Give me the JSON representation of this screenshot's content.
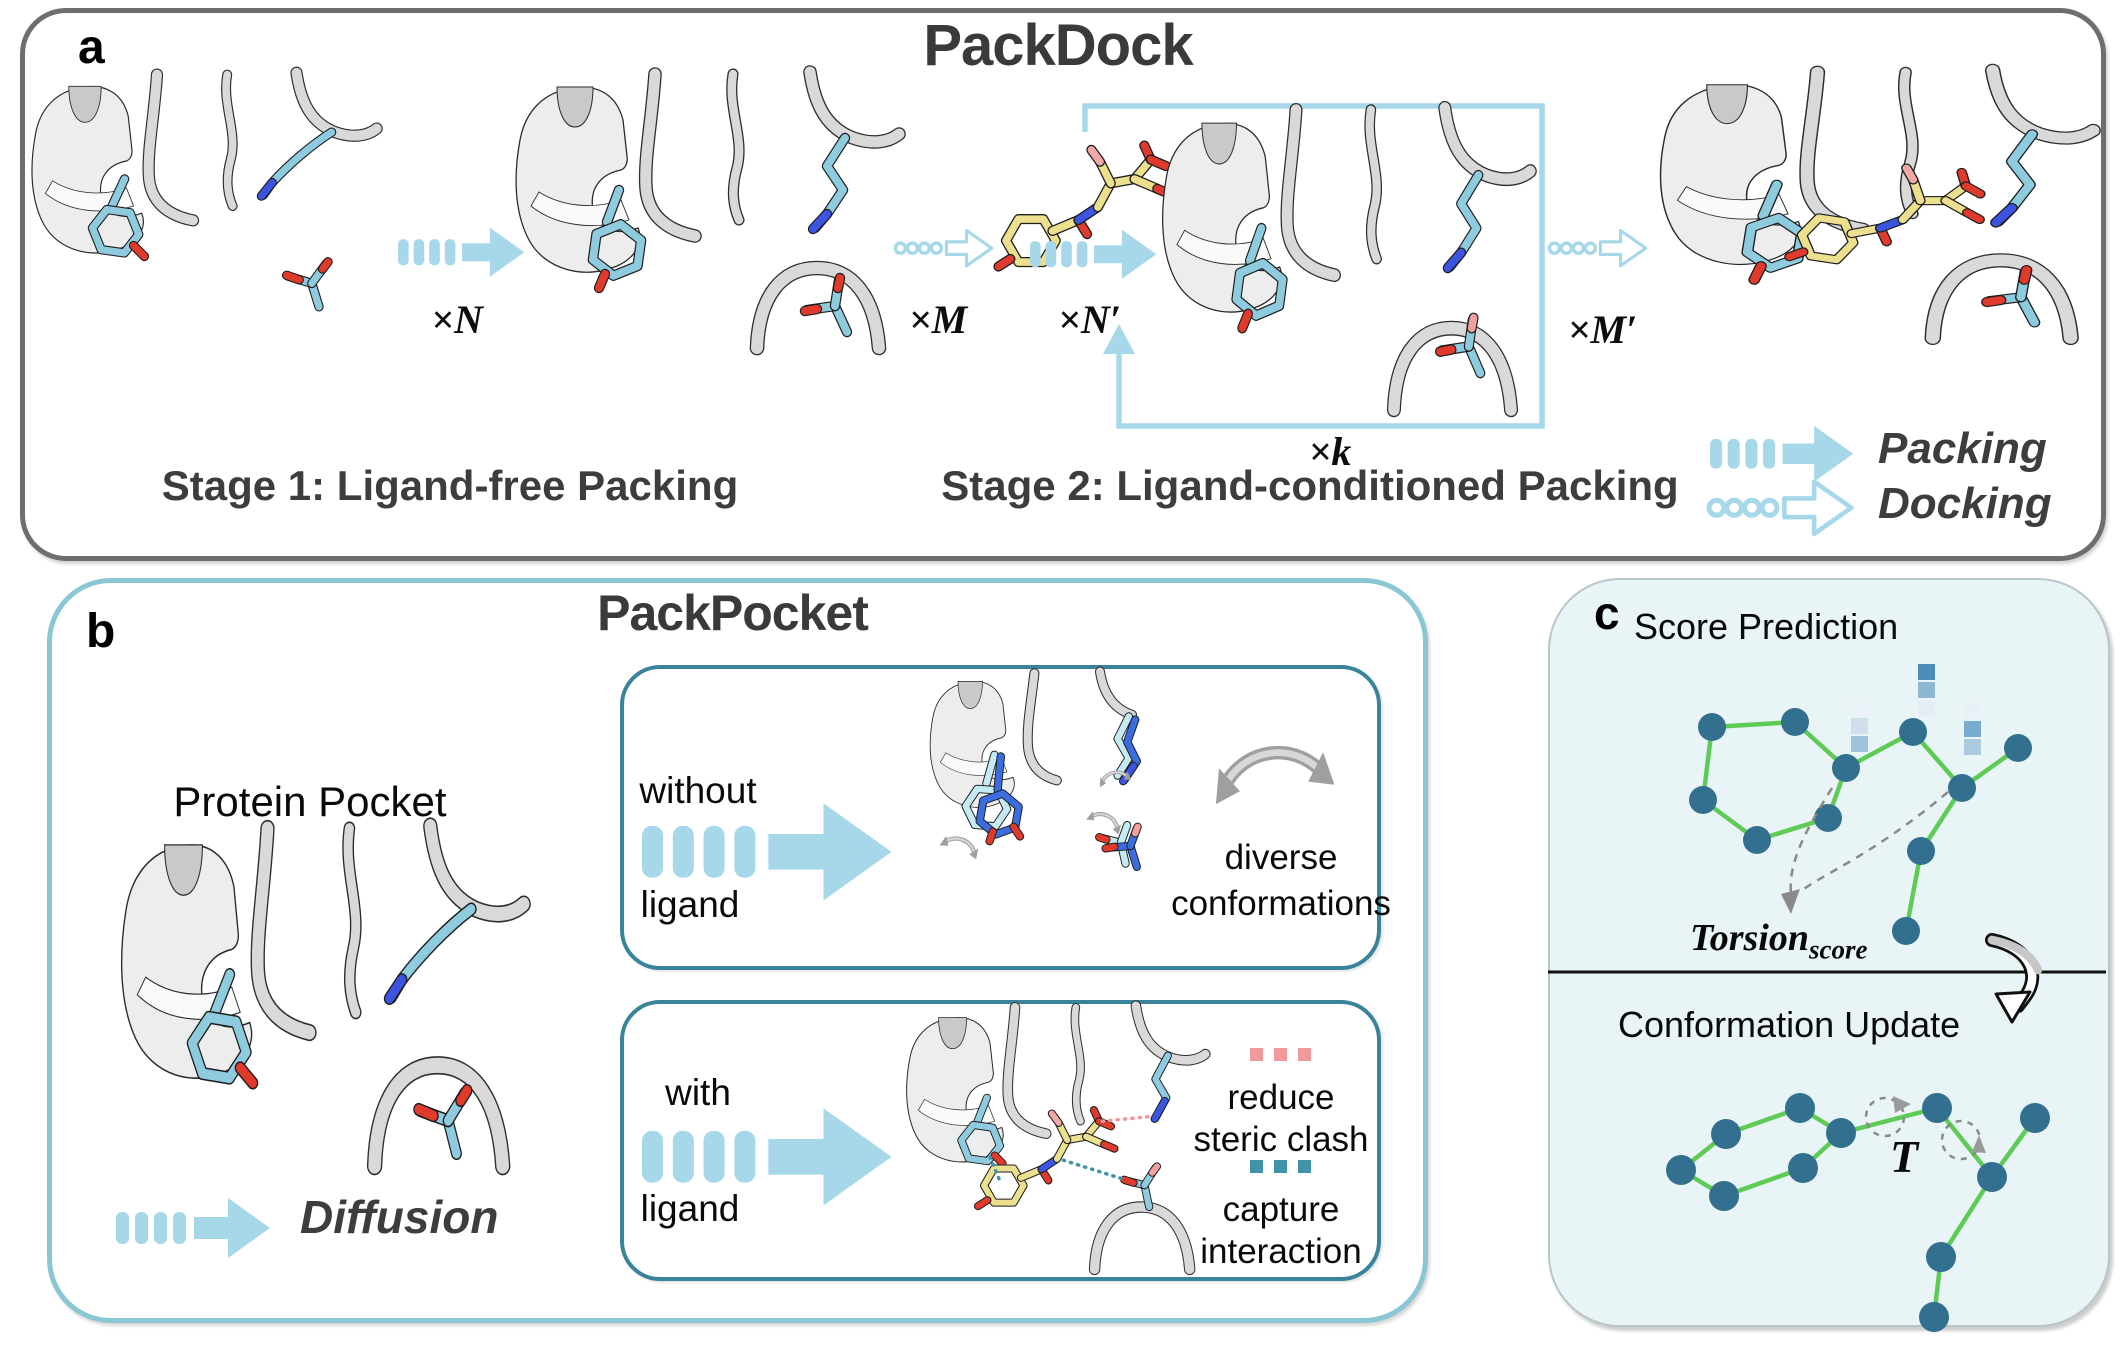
{
  "panel_a": {
    "label": "a",
    "title": "PackDock",
    "stage1_label": "Stage 1: Ligand-free Packing",
    "stage2_label": "Stage 2: Ligand-conditioned Packing",
    "mult_n": "×N",
    "mult_m": "×M",
    "mult_n_prime": "×N′",
    "mult_m_prime": "×M′",
    "loop_k": "×k",
    "legend": [
      {
        "label": "Packing",
        "arrow_style": "filled"
      },
      {
        "label": "Docking",
        "arrow_style": "outline"
      }
    ]
  },
  "panel_b": {
    "label": "b",
    "title": "PackPocket",
    "pocket_label": "Protein Pocket",
    "diffusion_label": "Diffusion",
    "box1": {
      "input_line1": "without",
      "input_line2": "ligand",
      "note_line1": "diverse",
      "note_line2": "conformations"
    },
    "box2": {
      "input_line1": "with",
      "input_line2": "ligand",
      "note1_line1": "reduce",
      "note1_line2": "steric clash",
      "note2_line1": "capture",
      "note2_line2": "interaction"
    }
  },
  "panel_c": {
    "label": "c",
    "title_top": "Score Prediction",
    "torsion_main": "Torsion",
    "torsion_sub": "score",
    "title_bottom": "Conformation Update",
    "torque_label": "T"
  },
  "colors": {
    "accent_arrow_blue": "#a6d8ea",
    "panel_a_border": "#6e6e6e",
    "panel_b_border": "#8ac7d4",
    "inner_box_border": "#39839b",
    "panel_c_bg": "#e9f4f6",
    "graph_node": "#33708f",
    "graph_edge_green": "#5ecb57",
    "steric_clash_pink": "#f09a9b",
    "interaction_teal": "#3f93a8",
    "stick_cyan": "#8ecbdf",
    "ligand_yellow": "#ecdf8e",
    "atom_red": "#e03a2c",
    "atom_blue": "#3b55e0",
    "title_gray": "#3d3d3d"
  }
}
